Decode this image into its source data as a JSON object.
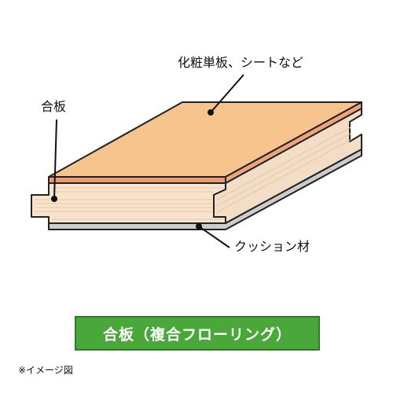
{
  "labels": {
    "surface": "化粧単板、シートなど",
    "plywood": "合板",
    "cushion": "クッション材"
  },
  "caption": "合板（複合フローリング）",
  "note": "※イメージ図",
  "colors": {
    "surface_top": "#f6c48c",
    "surface_edge": "#e99a72",
    "plywood": "#f8e4cc",
    "plywood_side": "#f3ddc6",
    "cushion": "#cccccc",
    "caption_bg": "#4aa83b",
    "outline": "#222222"
  }
}
